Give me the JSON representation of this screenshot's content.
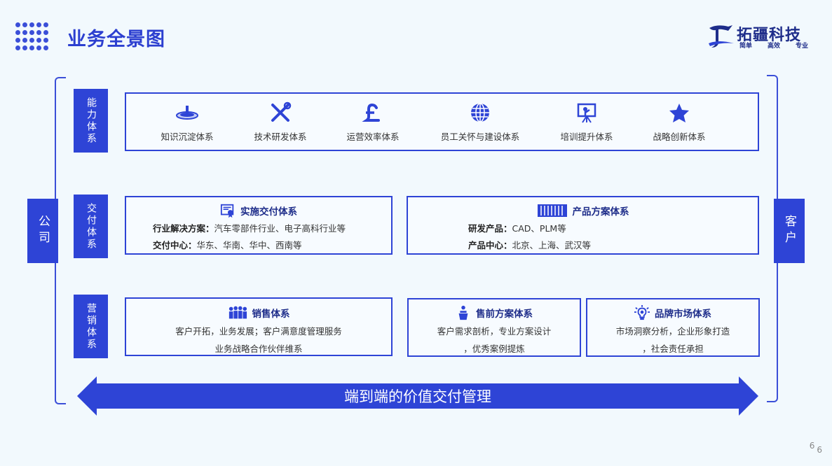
{
  "header": {
    "title": "业务全景图",
    "logo_name": "拓疆科技",
    "logo_slogan": [
      "简单",
      "高效",
      "专业"
    ]
  },
  "side": {
    "left": "公司",
    "right": "客户"
  },
  "rows": {
    "capability": {
      "label": "能力体系",
      "items": [
        {
          "label": "知识沉淀体系",
          "icon": "stack-icon"
        },
        {
          "label": "技术研发体系",
          "icon": "tools-icon"
        },
        {
          "label": "运营效率体系",
          "icon": "pound-icon"
        },
        {
          "label": "员工关怀与建设体系",
          "icon": "globe-icon"
        },
        {
          "label": "培训提升体系",
          "icon": "presentation-icon"
        },
        {
          "label": "战略创新体系",
          "icon": "star-icon"
        }
      ]
    },
    "delivery": {
      "label": "交付体系",
      "implementation": {
        "title": "实施交付体系",
        "line1_key": "行业解决方案：",
        "line1_val": "汽车零部件行业、电子高科行业等",
        "line2_key": "交付中心：",
        "line2_val": "华东、华南、华中、西南等"
      },
      "product": {
        "title": "产品方案体系",
        "line1_key": "研发产品：",
        "line1_val": "CAD、PLM等",
        "line2_key": "产品中心：",
        "line2_val": "北京、上海、武汉等"
      }
    },
    "marketing": {
      "label": "营销体系",
      "sales": {
        "title": "销售体系",
        "line1": "客户开拓，业务发展；客户满意度管理服务",
        "line2": "业务战略合作伙伴维系"
      },
      "presales": {
        "title": "售前方案体系",
        "line1": "客户需求剖析，专业方案设计",
        "line2": "，优秀案例提炼"
      },
      "brand": {
        "title": "品牌市场体系",
        "line1": "市场洞察分析，企业形象打造",
        "line2": "，社会责任承担"
      }
    }
  },
  "arrow_text": "端到端的价值交付管理",
  "page_number": "6",
  "page_number_2": "6",
  "colors": {
    "accent": "#2e44d6",
    "title": "#2c3fd0",
    "background": "#f2f9fd"
  }
}
